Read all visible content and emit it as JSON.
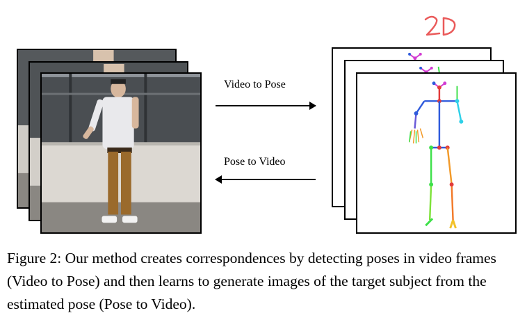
{
  "figure": {
    "arrow_forward_label": "Video to Pose",
    "arrow_backward_label": "Pose to Video",
    "annotation": "2D",
    "caption": "Figure 2: Our method creates correspondences by detecting poses in video frames (Video to Pose) and then learns to generate images of the target subject from the estimated pose (Pose to Video)."
  },
  "colors": {
    "annotation_red": "#ea5a5a",
    "wall": "#dcd8d2",
    "window": "#4a4e52",
    "floor": "#8a8782",
    "shirt": "#e9e9ec",
    "pants": "#9a6a2c",
    "skeleton_blue": "#2f5bdc",
    "skeleton_cyan": "#2fd0e8",
    "skeleton_green": "#3ee04a",
    "skeleton_orange": "#f29a2a",
    "skeleton_magenta": "#d23cd2"
  }
}
